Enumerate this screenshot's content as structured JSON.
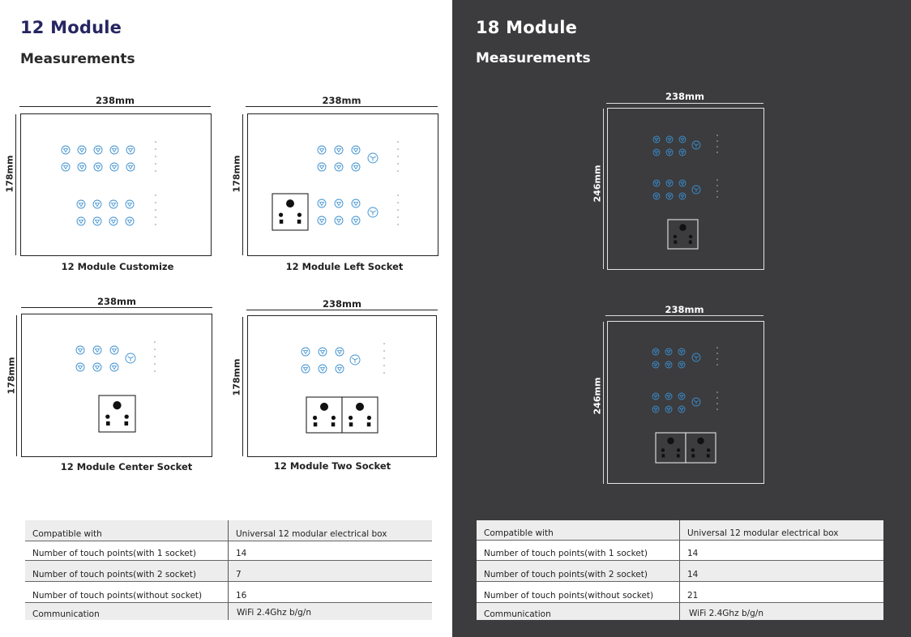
{
  "left": {
    "title": "12 Module",
    "subtitle": "Measurements",
    "diagrams": [
      {
        "width_label": "238mm",
        "height_label": "178mm",
        "caption": "12 Module Customize"
      },
      {
        "width_label": "238mm",
        "height_label": "178mm",
        "caption": "12 Module Left Socket"
      },
      {
        "width_label": "238mm",
        "height_label": "178mm",
        "caption": "12 Module Center Socket"
      },
      {
        "width_label": "238mm",
        "height_label": "178mm",
        "caption": "12 Module Two Socket"
      }
    ],
    "specs": [
      {
        "label": "Compatible with",
        "value": "Universal 12 modular electrical box"
      },
      {
        "label": "Number of touch points(with 1 socket)",
        "value": "14"
      },
      {
        "label": "Number of touch points(with 2 socket)",
        "value": "7"
      },
      {
        "label": "Number of touch points(without socket)",
        "value": "16"
      },
      {
        "label": "Communication",
        "value": "WiFi 2.4Ghz b/g/n"
      }
    ]
  },
  "right": {
    "title": "18 Module",
    "subtitle": "Measurements",
    "diagrams": [
      {
        "width_label": "238mm",
        "height_label": "246mm"
      },
      {
        "width_label": "238mm",
        "height_label": "246mm"
      }
    ],
    "specs": [
      {
        "label": "Compatible with",
        "value": "Universal 12 modular electrical box"
      },
      {
        "label": "Number of touch points(with 1 socket)",
        "value": "14"
      },
      {
        "label": "Number of touch points(with 2 socket)",
        "value": "14"
      },
      {
        "label": "Number of touch points(without socket)",
        "value": "21"
      },
      {
        "label": "Communication",
        "value": "WiFi 2.4Ghz b/g/n"
      }
    ]
  },
  "colors": {
    "title_blue": "#272662",
    "dark_bg": "#3c3b3d",
    "icon_blue": "#3a8fd0"
  }
}
